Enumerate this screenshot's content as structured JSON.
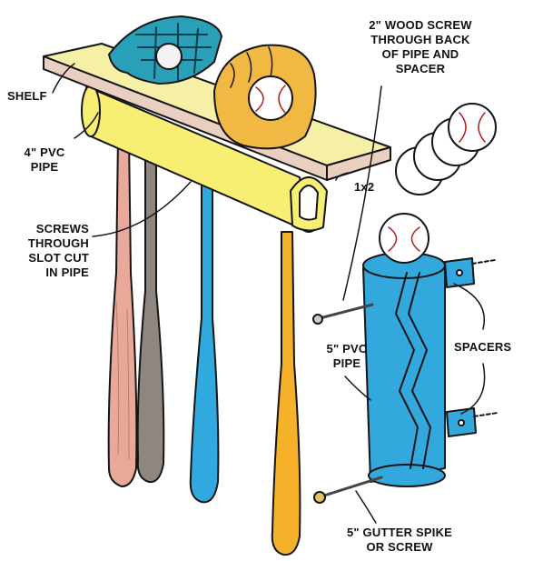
{
  "labels": {
    "shelf": "SHELF",
    "pvc4": "4\" PVC\nPIPE",
    "screws": "SCREWS\nTHROUGH\nSLOT CUT\nIN PIPE",
    "wood_screw": "2\" WOOD SCREW\nTHROUGH BACK\nOF PIPE AND\nSPACER",
    "one_by_two": "1x2",
    "pvc5": "5\" PVC\nPIPE",
    "spacers": "SPACERS",
    "gutter_spike": "5\" GUTTER SPIKE\nOR SCREW"
  },
  "colors": {
    "shelf": "#f6f0a6",
    "shelf_edge": "#e9cfc0",
    "pvc4": "#f7ee74",
    "pvc5": "#33a8dd",
    "bat_pink": "#e9a99a",
    "bat_gray": "#8f8680",
    "bat_blue": "#2fa9de",
    "bat_orange": "#f5b12a",
    "glove": "#f1b944",
    "mask": "#2aa0b8"
  }
}
